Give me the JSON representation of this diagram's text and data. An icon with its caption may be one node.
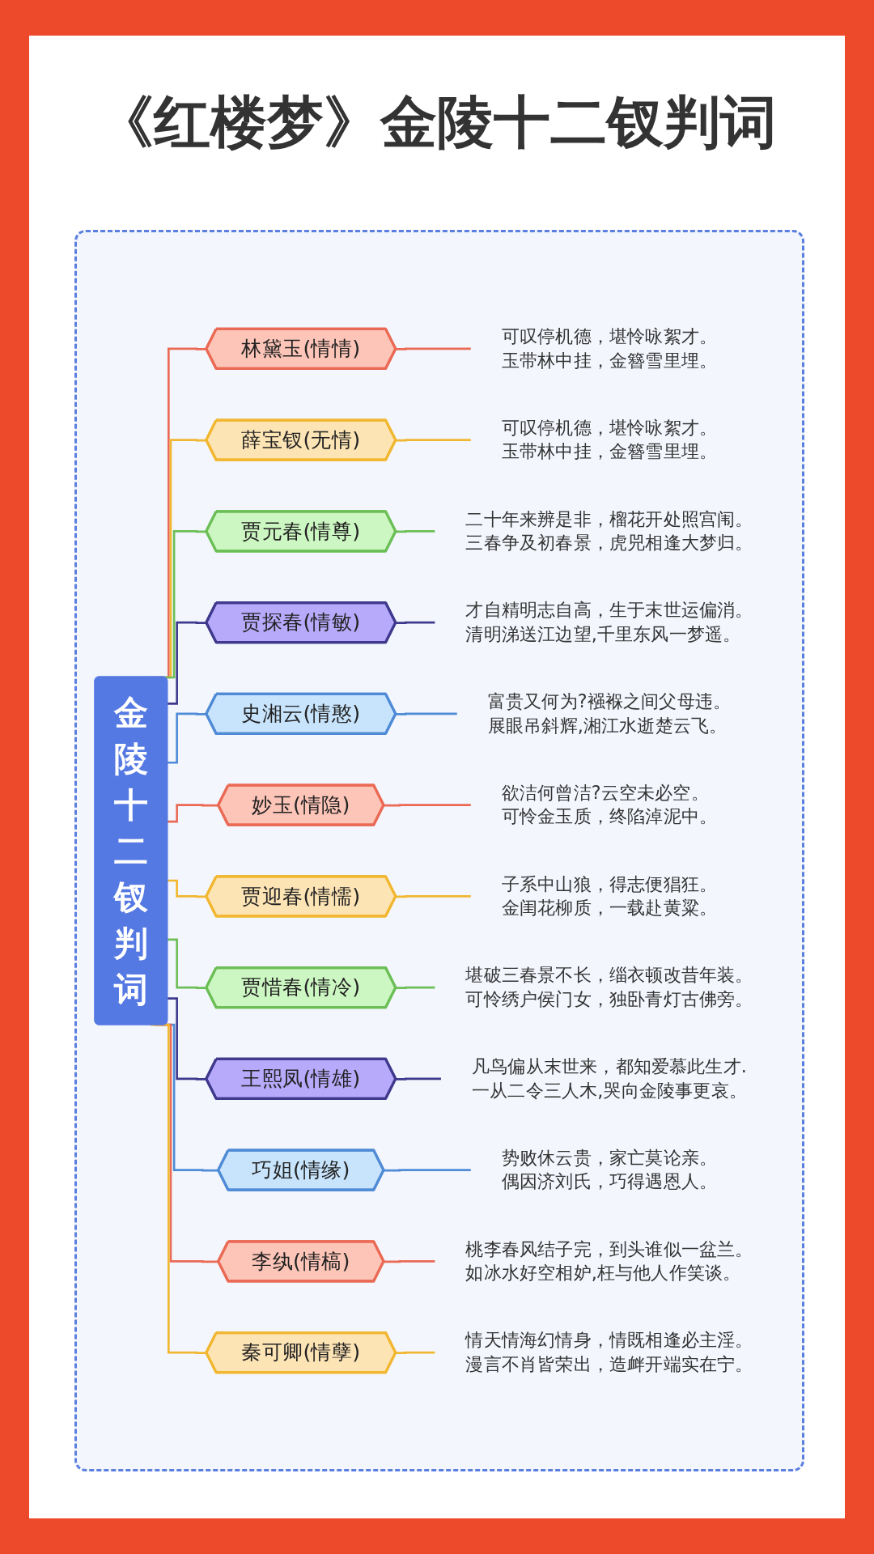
{
  "diagram": {
    "title": "《红楼梦》金陵十二钗判词",
    "nodes": [
      {
        "text": [
          "金陵十二钗判词"
        ]
      },
      {
        "text": [
          "林黛玉(情情)"
        ]
      },
      {
        "text": [
          "可叹停机德，堪怜咏絮才。玉带林中挂，金簪雪里埋。"
        ]
      },
      {
        "text": [
          "薛宝钗(无情)"
        ]
      },
      {
        "text": [
          "可叹停机德，堪怜咏絮才。玉带林中挂，金簪雪里埋。"
        ]
      },
      {
        "text": [
          "贾元春(情尊)"
        ]
      },
      {
        "text": [
          "二十年来辨是非，榴花开处照宫闱。三春争及初春景，虎兕相逢大梦归。"
        ]
      },
      {
        "text": [
          "贾探春(情敏)"
        ]
      },
      {
        "text": [
          "才自精明志自高，生于末世运偏消。清明涕送江边望,千里东风一梦遥。"
        ]
      },
      {
        "text": [
          "史湘云(情憨)"
        ]
      },
      {
        "text": [
          "富贵又何为?襁褓之间父母违。展眼吊斜辉,湘江水逝楚云飞。"
        ]
      },
      {
        "text": [
          "妙玉(情隐)"
        ]
      },
      {
        "text": [
          "欲洁何曾洁?云空未必空。可怜金玉质，终陷淖泥中。"
        ]
      },
      {
        "text": [
          "贾迎春(情懦)"
        ]
      },
      {
        "text": [
          "子系中山狼，得志便猖狂。金闺花柳质，一载赴黄粱。"
        ]
      },
      {
        "text": [
          "贾惜春(情冷)"
        ]
      },
      {
        "text": [
          "堪破三春景不长，缁衣顿改昔年装。可怜绣户侯门女，独卧青灯古佛旁。"
        ]
      },
      {
        "text": [
          "王熙凤(情雄)"
        ]
      },
      {
        "text": [
          "凡鸟偏从末世来，都知爱慕此生才.一从二令三人木,哭向金陵事更哀。"
        ]
      },
      {
        "text": [
          "巧姐(情缘)"
        ]
      },
      {
        "text": [
          "势败休云贵，家亡莫论亲。偶因济刘氏，巧得遇恩人。"
        ]
      },
      {
        "text": [
          "李纨(情槁)"
        ]
      },
      {
        "text": [
          "桃李春风结子完，到头谁似一盆兰。如冰水好空相妒,枉与他人作笑谈。"
        ]
      },
      {
        "text": [
          "秦可卿(情孽)"
        ]
      },
      {
        "text": [
          "情天情海幻情身，情既相逢必主淫。漫言不肖皆荣出，造衅开端实在宁。"
        ]
      }
    ],
    "edges": [
      {
        "from": 0,
        "to": 1,
        "arrow": "none",
        "color": "#ea6a55"
      },
      {
        "from": 1,
        "to": 2,
        "arrow": "none",
        "color": "#ea6a55"
      },
      {
        "from": 0,
        "to": 3,
        "arrow": "none",
        "color": "#f2b731"
      },
      {
        "from": 3,
        "to": 4,
        "arrow": "none",
        "color": "#f2b731"
      },
      {
        "from": 0,
        "to": 5,
        "arrow": "none",
        "color": "#6cbf57"
      },
      {
        "from": 5,
        "to": 6,
        "arrow": "none",
        "color": "#6cbf57"
      },
      {
        "from": 0,
        "to": 7,
        "arrow": "none",
        "color": "#3f3a8d"
      },
      {
        "from": 7,
        "to": 8,
        "arrow": "none",
        "color": "#3f3a8d"
      },
      {
        "from": 0,
        "to": 9,
        "arrow": "none",
        "color": "#4f8bd6"
      },
      {
        "from": 9,
        "to": 10,
        "arrow": "none",
        "color": "#4f8bd6"
      },
      {
        "from": 0,
        "to": 11,
        "arrow": "none",
        "color": "#ea6a55"
      },
      {
        "from": 11,
        "to": 12,
        "arrow": "none",
        "color": "#ea6a55"
      },
      {
        "from": 0,
        "to": 13,
        "arrow": "none",
        "color": "#f2b731"
      },
      {
        "from": 13,
        "to": 14,
        "arrow": "none",
        "color": "#f2b731"
      },
      {
        "from": 0,
        "to": 15,
        "arrow": "none",
        "color": "#6cbf57"
      },
      {
        "from": 15,
        "to": 16,
        "arrow": "none",
        "color": "#6cbf57"
      },
      {
        "from": 0,
        "to": 17,
        "arrow": "none",
        "color": "#3f3a8d"
      },
      {
        "from": 17,
        "to": 18,
        "arrow": "none",
        "color": "#3f3a8d"
      },
      {
        "from": 0,
        "to": 19,
        "arrow": "none",
        "color": "#4f8bd6"
      },
      {
        "from": 19,
        "to": 20,
        "arrow": "none",
        "color": "#4f8bd6"
      },
      {
        "from": 0,
        "to": 21,
        "arrow": "none",
        "color": "#ea6a55"
      },
      {
        "from": 21,
        "to": 22,
        "arrow": "none",
        "color": "#ea6a55"
      },
      {
        "from": 0,
        "to": 23,
        "arrow": "none",
        "color": "#f2b731"
      },
      {
        "from": 23,
        "to": 24,
        "arrow": "none",
        "color": "#f2b731"
      }
    ]
  }
}
